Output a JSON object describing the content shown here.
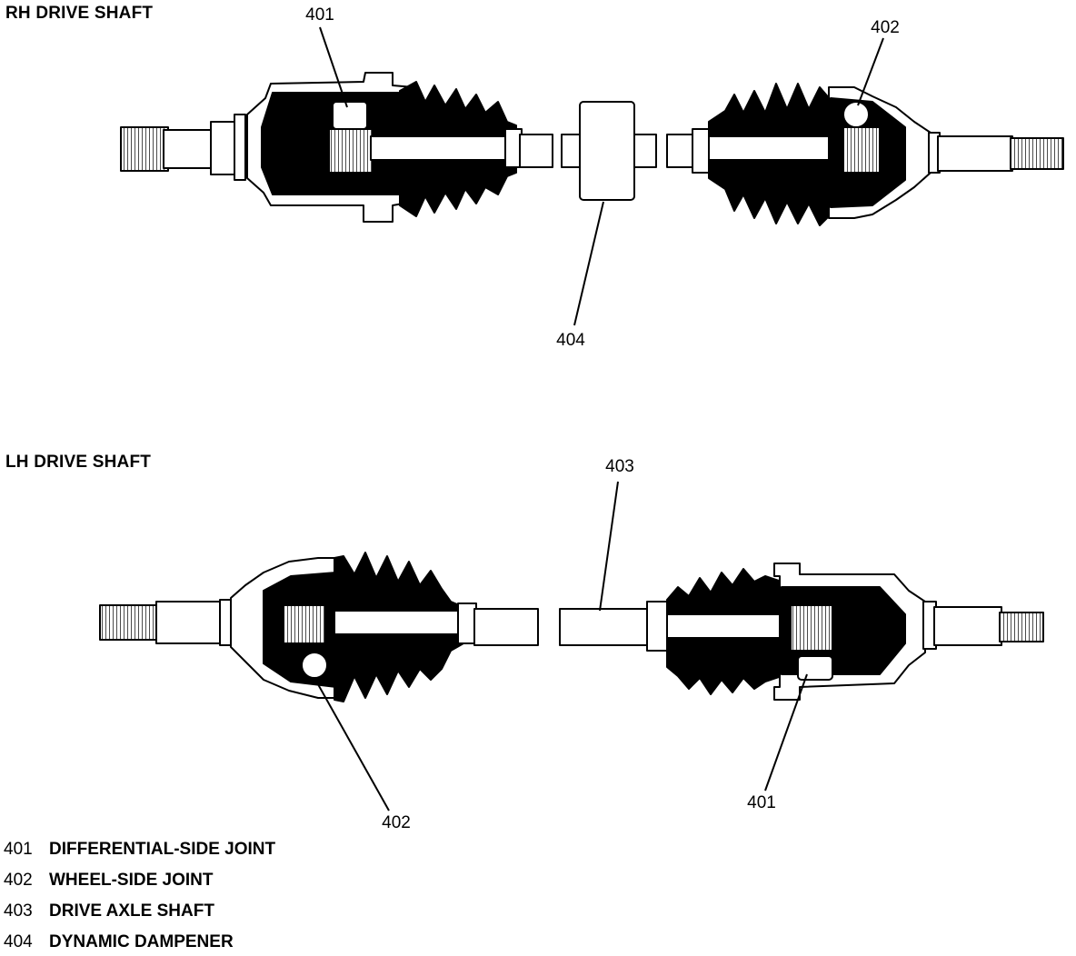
{
  "figure": {
    "rh_title": "RH DRIVE SHAFT",
    "lh_title": "LH DRIVE SHAFT",
    "callouts": {
      "rh_401": "401",
      "rh_402": "402",
      "rh_404": "404",
      "lh_403": "403",
      "lh_402": "402",
      "lh_401": "401"
    }
  },
  "legend": [
    {
      "num": "401",
      "text": "DIFFERENTIAL-SIDE JOINT"
    },
    {
      "num": "402",
      "text": "WHEEL-SIDE JOINT"
    },
    {
      "num": "403",
      "text": "DRIVE AXLE SHAFT"
    },
    {
      "num": "404",
      "text": "DYNAMIC DAMPENER"
    }
  ]
}
